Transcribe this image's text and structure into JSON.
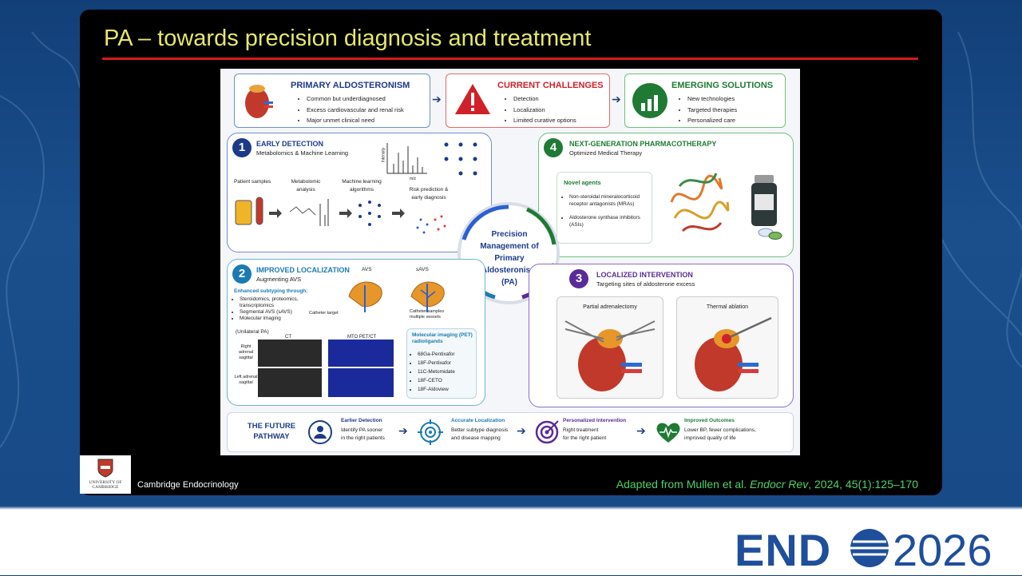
{
  "slide": {
    "title": "PA – towards precision diagnosis and treatment",
    "footer_left": "Cambridge Endocrinology",
    "citation_prefix": "Adapted from Mullen et al. ",
    "citation_journal": "Endocr Rev",
    "citation_suffix": ", 2024, 45(1):125–170",
    "logo_text": "UNIVERSITY OF CAMBRIDGE"
  },
  "branding": {
    "endo": "END",
    "year": "2026"
  },
  "figure": {
    "top": [
      {
        "title": "PRIMARY ALDOSTERONISM",
        "color": "#1d3a8a",
        "items": [
          "Common but underdiagnosed",
          "Excess cardiovascular and renal risk",
          "Major unmet clinical need"
        ]
      },
      {
        "title": "CURRENT CHALLENGES",
        "color": "#d0202a",
        "items": [
          "Detection",
          "Localization",
          "Limited curative options"
        ]
      },
      {
        "title": "EMERGING SOLUTIONS",
        "color": "#1f7a34",
        "items": [
          "New technologies",
          "Targeted therapies",
          "Personalized care"
        ]
      }
    ],
    "early": {
      "num": "1",
      "title": "EARLY DETECTION",
      "subtitle": "Metabolomics & Machine Learning",
      "steps": [
        "Patient samples",
        "Metabolomic analysis",
        "Machine learning algorithms",
        "Risk prediction & early diagnosis"
      ],
      "axis_y": "Intensity",
      "axis_x": "m/z"
    },
    "next": {
      "num": "4",
      "title": "NEXT-GENERATION PHARMACOTHERAPY",
      "subtitle": "Optimized Medical Therapy",
      "agents_title": "Novel agents",
      "agents": [
        "Non-steroidal mineralocorticoid receptor antagonists (MRAs)",
        "Aldosterone synthase inhibitors (ASIs)"
      ]
    },
    "center": {
      "line1": "Precision",
      "line2": "Management of",
      "line3": "Primary",
      "line4": "Aldosteronism",
      "line5": "(PA)"
    },
    "local": {
      "num": "2",
      "title": "IMPROVED LOCALIZATION",
      "subtitle": "Augmenting AVS",
      "avs": "AVS",
      "savs": "sAVS",
      "catheter": "Catheter target",
      "catheter_multi": "Catheter samples multiple vessels",
      "enh_title": "Enhanced subtyping through:",
      "enh_items": [
        "Steroidomics, proteomics, transcriptomics",
        "Segmental AVS (sAVS)",
        "Molecular imaging"
      ],
      "unilateral": "(Unilateral PA)",
      "ct": "CT",
      "mto": "MTO PET/CT",
      "right": "Right adrenal sagittal",
      "left": "Left adrenal sagittal",
      "mol_title": "Molecular imaging (PET) radioligands",
      "mol_items": [
        "68Ga-Pentixafor",
        "18F-Pentixafor",
        "11C-Metomidate",
        "18F-CETO",
        "18F-Aldoview"
      ]
    },
    "intervention": {
      "num": "3",
      "title": "LOCALIZED INTERVENTION",
      "subtitle": "Targeting sites of aldosterone excess",
      "left_label": "Partial adrenalectomy",
      "right_label": "Thermal ablation"
    },
    "future": {
      "title1": "THE FUTURE",
      "title2": "PATHWAY",
      "steps": [
        {
          "title": "Earlier Detection",
          "text1": "Identify PA sooner",
          "text2": "in the right patients"
        },
        {
          "title": "Accurate Localization",
          "text1": "Better subtype diagnosis",
          "text2": "and disease mapping"
        },
        {
          "title": "Personalized Intervention",
          "text1": "Right treatment",
          "text2": "for the right patient"
        },
        {
          "title": "Improved Outcomes",
          "text1": "Lower BP, fewer complications,",
          "text2": "improved quality of life"
        }
      ]
    }
  }
}
